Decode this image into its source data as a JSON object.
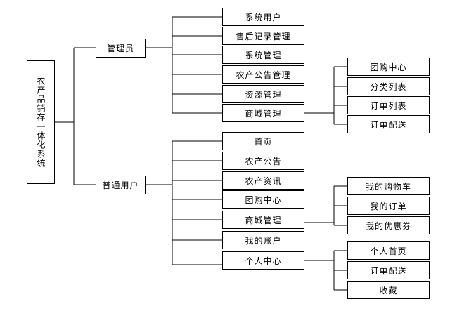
{
  "diagram": {
    "root": "农产品销存一体化系统",
    "roles": [
      {
        "label": "管理员",
        "items": [
          {
            "label": "系统用户"
          },
          {
            "label": "售后记录管理"
          },
          {
            "label": "系统管理"
          },
          {
            "label": "农产公告管理"
          },
          {
            "label": "资源管理"
          },
          {
            "label": "商城管理",
            "children": [
              "团购中心",
              "分类列表",
              "订单列表",
              "订单配送"
            ]
          }
        ]
      },
      {
        "label": "普通用户",
        "items": [
          {
            "label": "首页"
          },
          {
            "label": "农产公告"
          },
          {
            "label": "农产资讯"
          },
          {
            "label": "团购中心"
          },
          {
            "label": "商城管理",
            "children": [
              "我的购物车",
              "我的订单",
              "我的优惠券"
            ]
          },
          {
            "label": "我的账户"
          },
          {
            "label": "个人中心",
            "children": [
              "个人首页",
              "订单配送",
              "收藏"
            ]
          }
        ]
      }
    ]
  }
}
